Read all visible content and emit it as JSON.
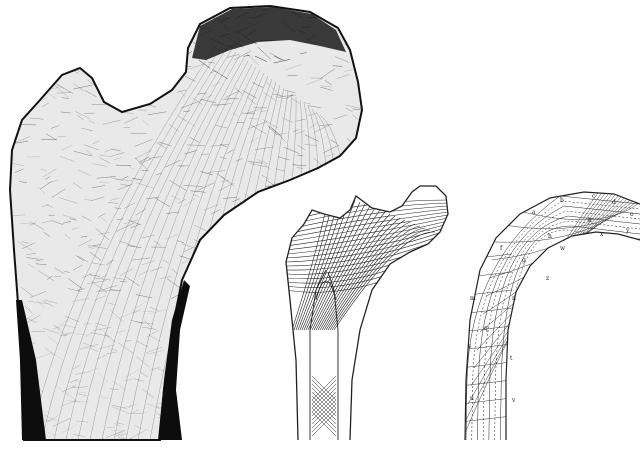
{
  "figure": {
    "panels": [
      {
        "id": "femur-section",
        "icon": "proximal-femur-cross-section",
        "ink": "#111111",
        "paper": "#ffffff"
      },
      {
        "id": "trajectory-diagram",
        "icon": "femur-trabecular-trajectory-drawing",
        "ink": "#222222"
      },
      {
        "id": "crane-diagram",
        "icon": "curved-crane-stress-lines-drawing",
        "ink": "#222222",
        "labels": [
          "a",
          "b",
          "c",
          "d",
          "e",
          "f",
          "g",
          "h",
          "k",
          "m",
          "n",
          "q",
          "s",
          "t",
          "u",
          "v",
          "w",
          "x",
          "y",
          "z"
        ]
      }
    ]
  }
}
